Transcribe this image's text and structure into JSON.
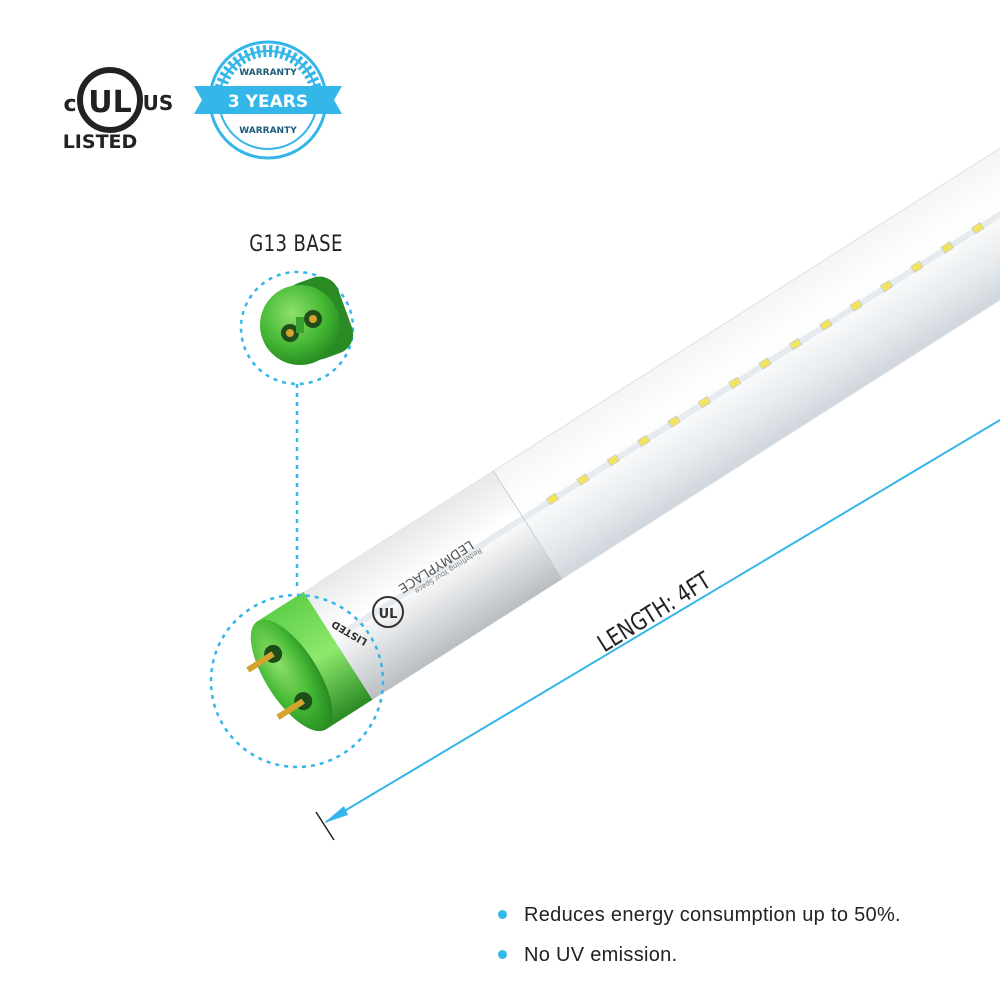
{
  "certification": {
    "ul_c": "c",
    "ul_letters": "UL",
    "ul_us": "US",
    "ul_listed": "LISTED",
    "warranty_top": "WARRANTY",
    "warranty_years": "3 YEARS",
    "warranty_bottom": "WARRANTY"
  },
  "product": {
    "base_label": "G13 BASE",
    "length_label": "LENGTH: 4FT",
    "brand_text": "LEDMYPLACE",
    "brand_tagline": "Redefining Your Space",
    "end_cap_mark": "LISTED"
  },
  "features": [
    "Reduces energy consumption up to 50%.",
    "No UV emission."
  ],
  "colors": {
    "accent_blue": "#35b6e8",
    "cap_green": "#4fc23a",
    "ink": "#222222"
  },
  "icons": [
    "ul-listed-icon",
    "warranty-badge-icon",
    "g13-pin-icon",
    "led-tube-icon"
  ]
}
